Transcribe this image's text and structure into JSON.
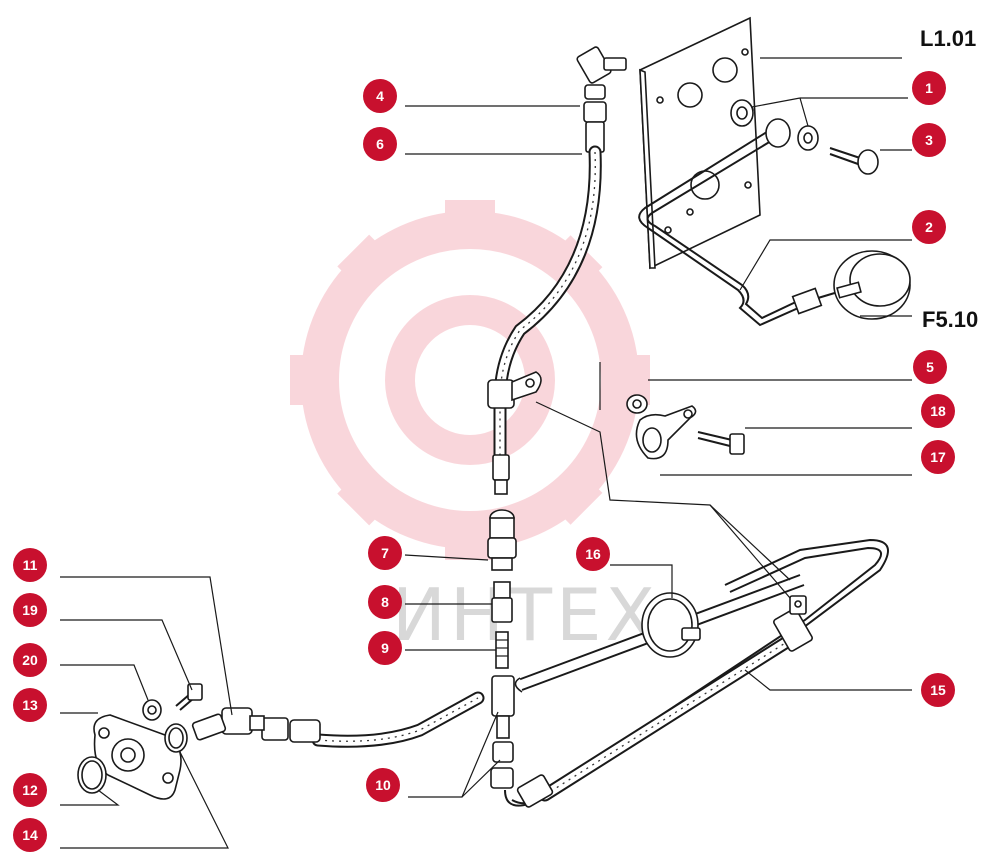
{
  "references": {
    "top_right": "L1.01",
    "gauge": "F5.10"
  },
  "watermark": "ИНТЕХ",
  "callout_color": "#c8102e",
  "callouts": [
    {
      "id": "c1",
      "label": "1"
    },
    {
      "id": "c2",
      "label": "2"
    },
    {
      "id": "c3",
      "label": "3"
    },
    {
      "id": "c4",
      "label": "4"
    },
    {
      "id": "c5",
      "label": "5"
    },
    {
      "id": "c6",
      "label": "6"
    },
    {
      "id": "c7",
      "label": "7"
    },
    {
      "id": "c8",
      "label": "8"
    },
    {
      "id": "c9",
      "label": "9"
    },
    {
      "id": "c10",
      "label": "10"
    },
    {
      "id": "c11",
      "label": "11"
    },
    {
      "id": "c12",
      "label": "12"
    },
    {
      "id": "c13",
      "label": "13"
    },
    {
      "id": "c14",
      "label": "14"
    },
    {
      "id": "c15",
      "label": "15"
    },
    {
      "id": "c16",
      "label": "16"
    },
    {
      "id": "c17",
      "label": "17"
    },
    {
      "id": "c18",
      "label": "18"
    },
    {
      "id": "c19",
      "label": "19"
    },
    {
      "id": "c20",
      "label": "20"
    }
  ]
}
